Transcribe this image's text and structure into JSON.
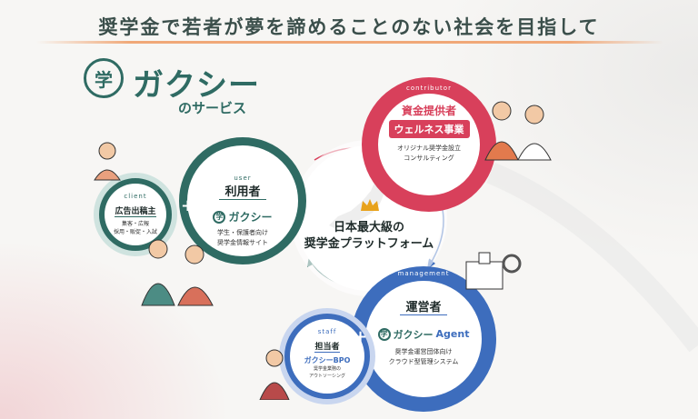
{
  "headline": "奨学金で若者が夢を諦めることのない社会を目指して",
  "logo": {
    "mark": "学",
    "name": "ガクシー",
    "sub": "のサービス"
  },
  "center": {
    "line1": "日本最大級の",
    "line2": "奨学金プラットフォーム"
  },
  "user": {
    "tag": "user",
    "title": "利用者",
    "logo_name": "ガクシー",
    "desc1": "学生・保護者向け",
    "desc2": "奨学金情報サイト"
  },
  "client": {
    "tag": "client",
    "title": "広告出稿主",
    "desc1": "集客・広報",
    "desc2": "採用・販促・入試"
  },
  "contributor": {
    "tag": "contributor",
    "title": "資金提供者",
    "badge": "ウェルネス事業",
    "desc1": "オリジナル奨学金設立",
    "desc2": "コンサルティング"
  },
  "management": {
    "tag": "management",
    "title": "運営者",
    "logo_name": "ガクシー",
    "logo_suffix": "Agent",
    "desc1": "奨学金運営団体向け",
    "desc2": "クラウド型管理システム"
  },
  "staff": {
    "tag": "staff",
    "title": "担当者",
    "service": "ガクシーBPO",
    "desc1": "奨学金業務の",
    "desc2": "アウトソーシング"
  },
  "plus": "+",
  "colors": {
    "teal": "#2f6b63",
    "red": "#d8405b",
    "blue": "#3d6dbd",
    "accent": "#f0a878"
  },
  "icons": [
    "crown-icon",
    "japan-map-icon",
    "school-building-icon",
    "gear-icon",
    "person-illustration"
  ]
}
